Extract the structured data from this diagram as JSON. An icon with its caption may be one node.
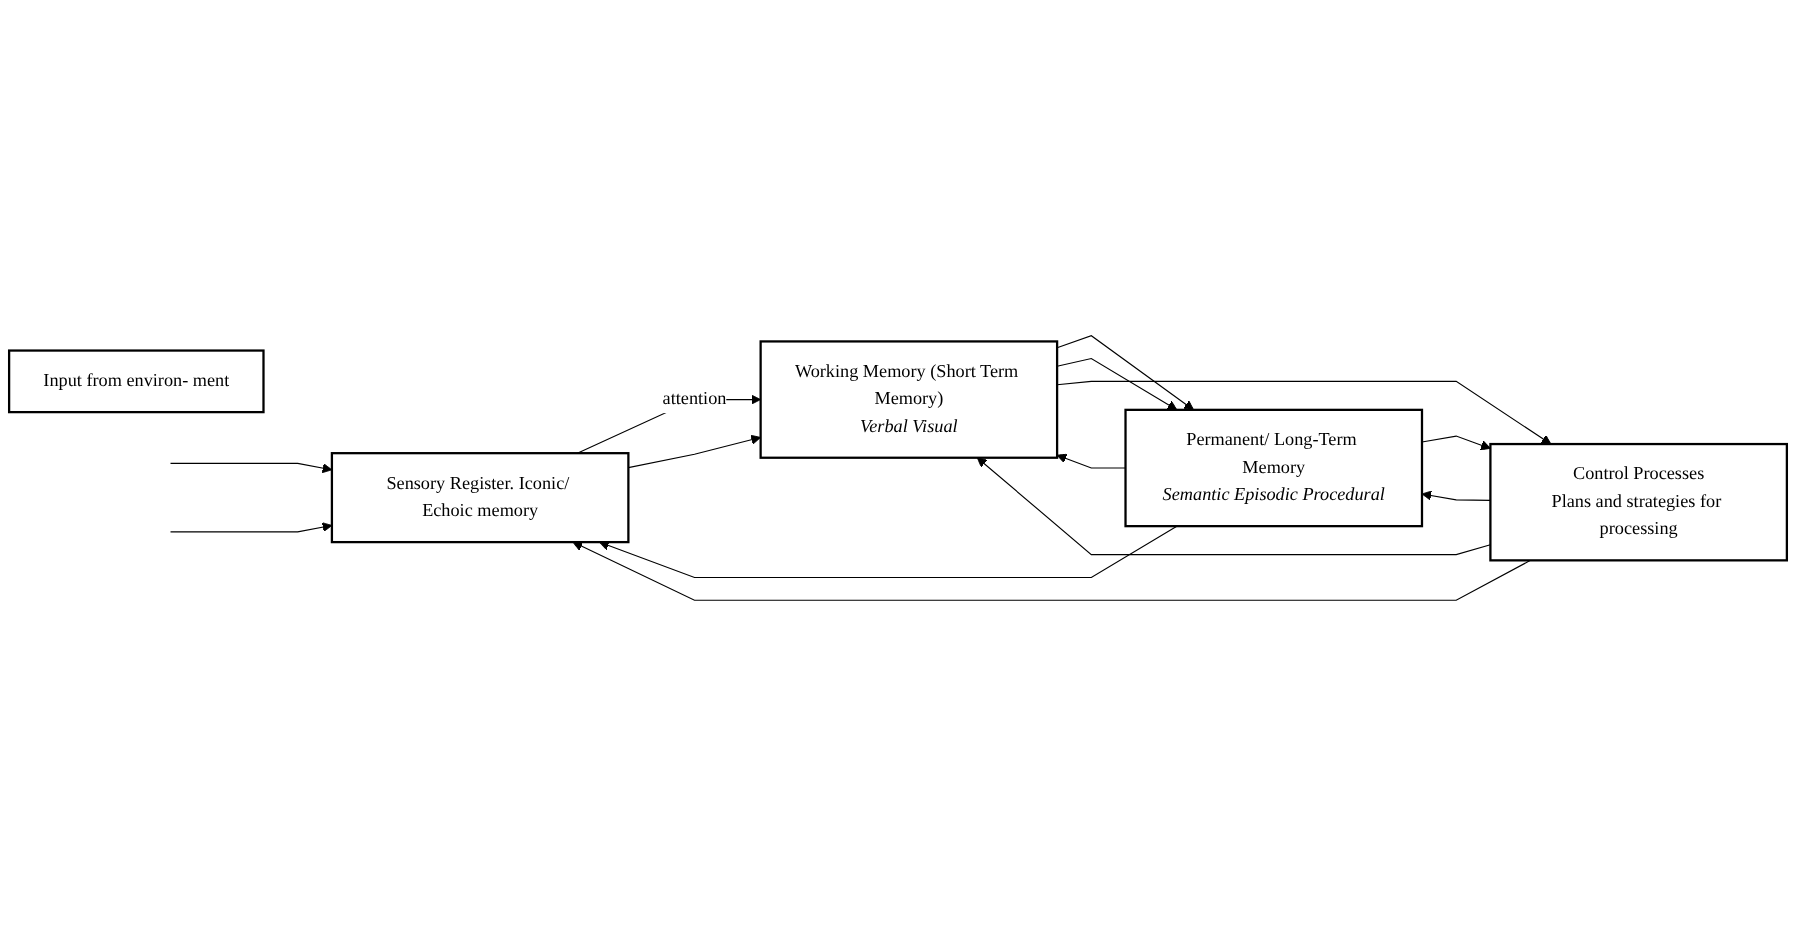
{
  "diagram": {
    "nodes": [
      {
        "text": [
          "Input from environ- ment"
        ]
      },
      {
        "text": [
          "Sensory Register. Iconic/ Echoic memory"
        ]
      },
      {
        "text": [
          "Working Memory (Short Term Memory)",
          "Verbal Visual"
        ]
      },
      {
        "text": [
          "Permanent/ Long-Term Memory",
          "Semantic Episodic Procedural"
        ]
      },
      {
        "text": [
          "Control Processes",
          "Plans and strategies for processing"
        ]
      }
    ],
    "edges": [
      {
        "from": null,
        "to": 1,
        "arrow": "to"
      },
      {
        "from": null,
        "to": 1,
        "arrow": "to"
      },
      {
        "from": 1,
        "to": 2,
        "arrow": "to",
        "label": "attention"
      },
      {
        "from": 1,
        "to": 2,
        "arrow": "to"
      },
      {
        "from": 2,
        "to": 3,
        "arrow": "to"
      },
      {
        "from": 2,
        "to": 3,
        "arrow": "to"
      },
      {
        "from": 3,
        "to": 1,
        "arrow": "to"
      },
      {
        "from": 3,
        "to": 2,
        "arrow": "to"
      },
      {
        "from": 4,
        "to": 1,
        "arrow": "to"
      },
      {
        "from": 4,
        "to": 2,
        "arrow": "to"
      },
      {
        "from": 2,
        "to": 4,
        "arrow": "to"
      },
      {
        "from": 4,
        "to": 3,
        "arrow": "to"
      },
      {
        "from": 3,
        "to": 4,
        "arrow": "to"
      }
    ]
  }
}
